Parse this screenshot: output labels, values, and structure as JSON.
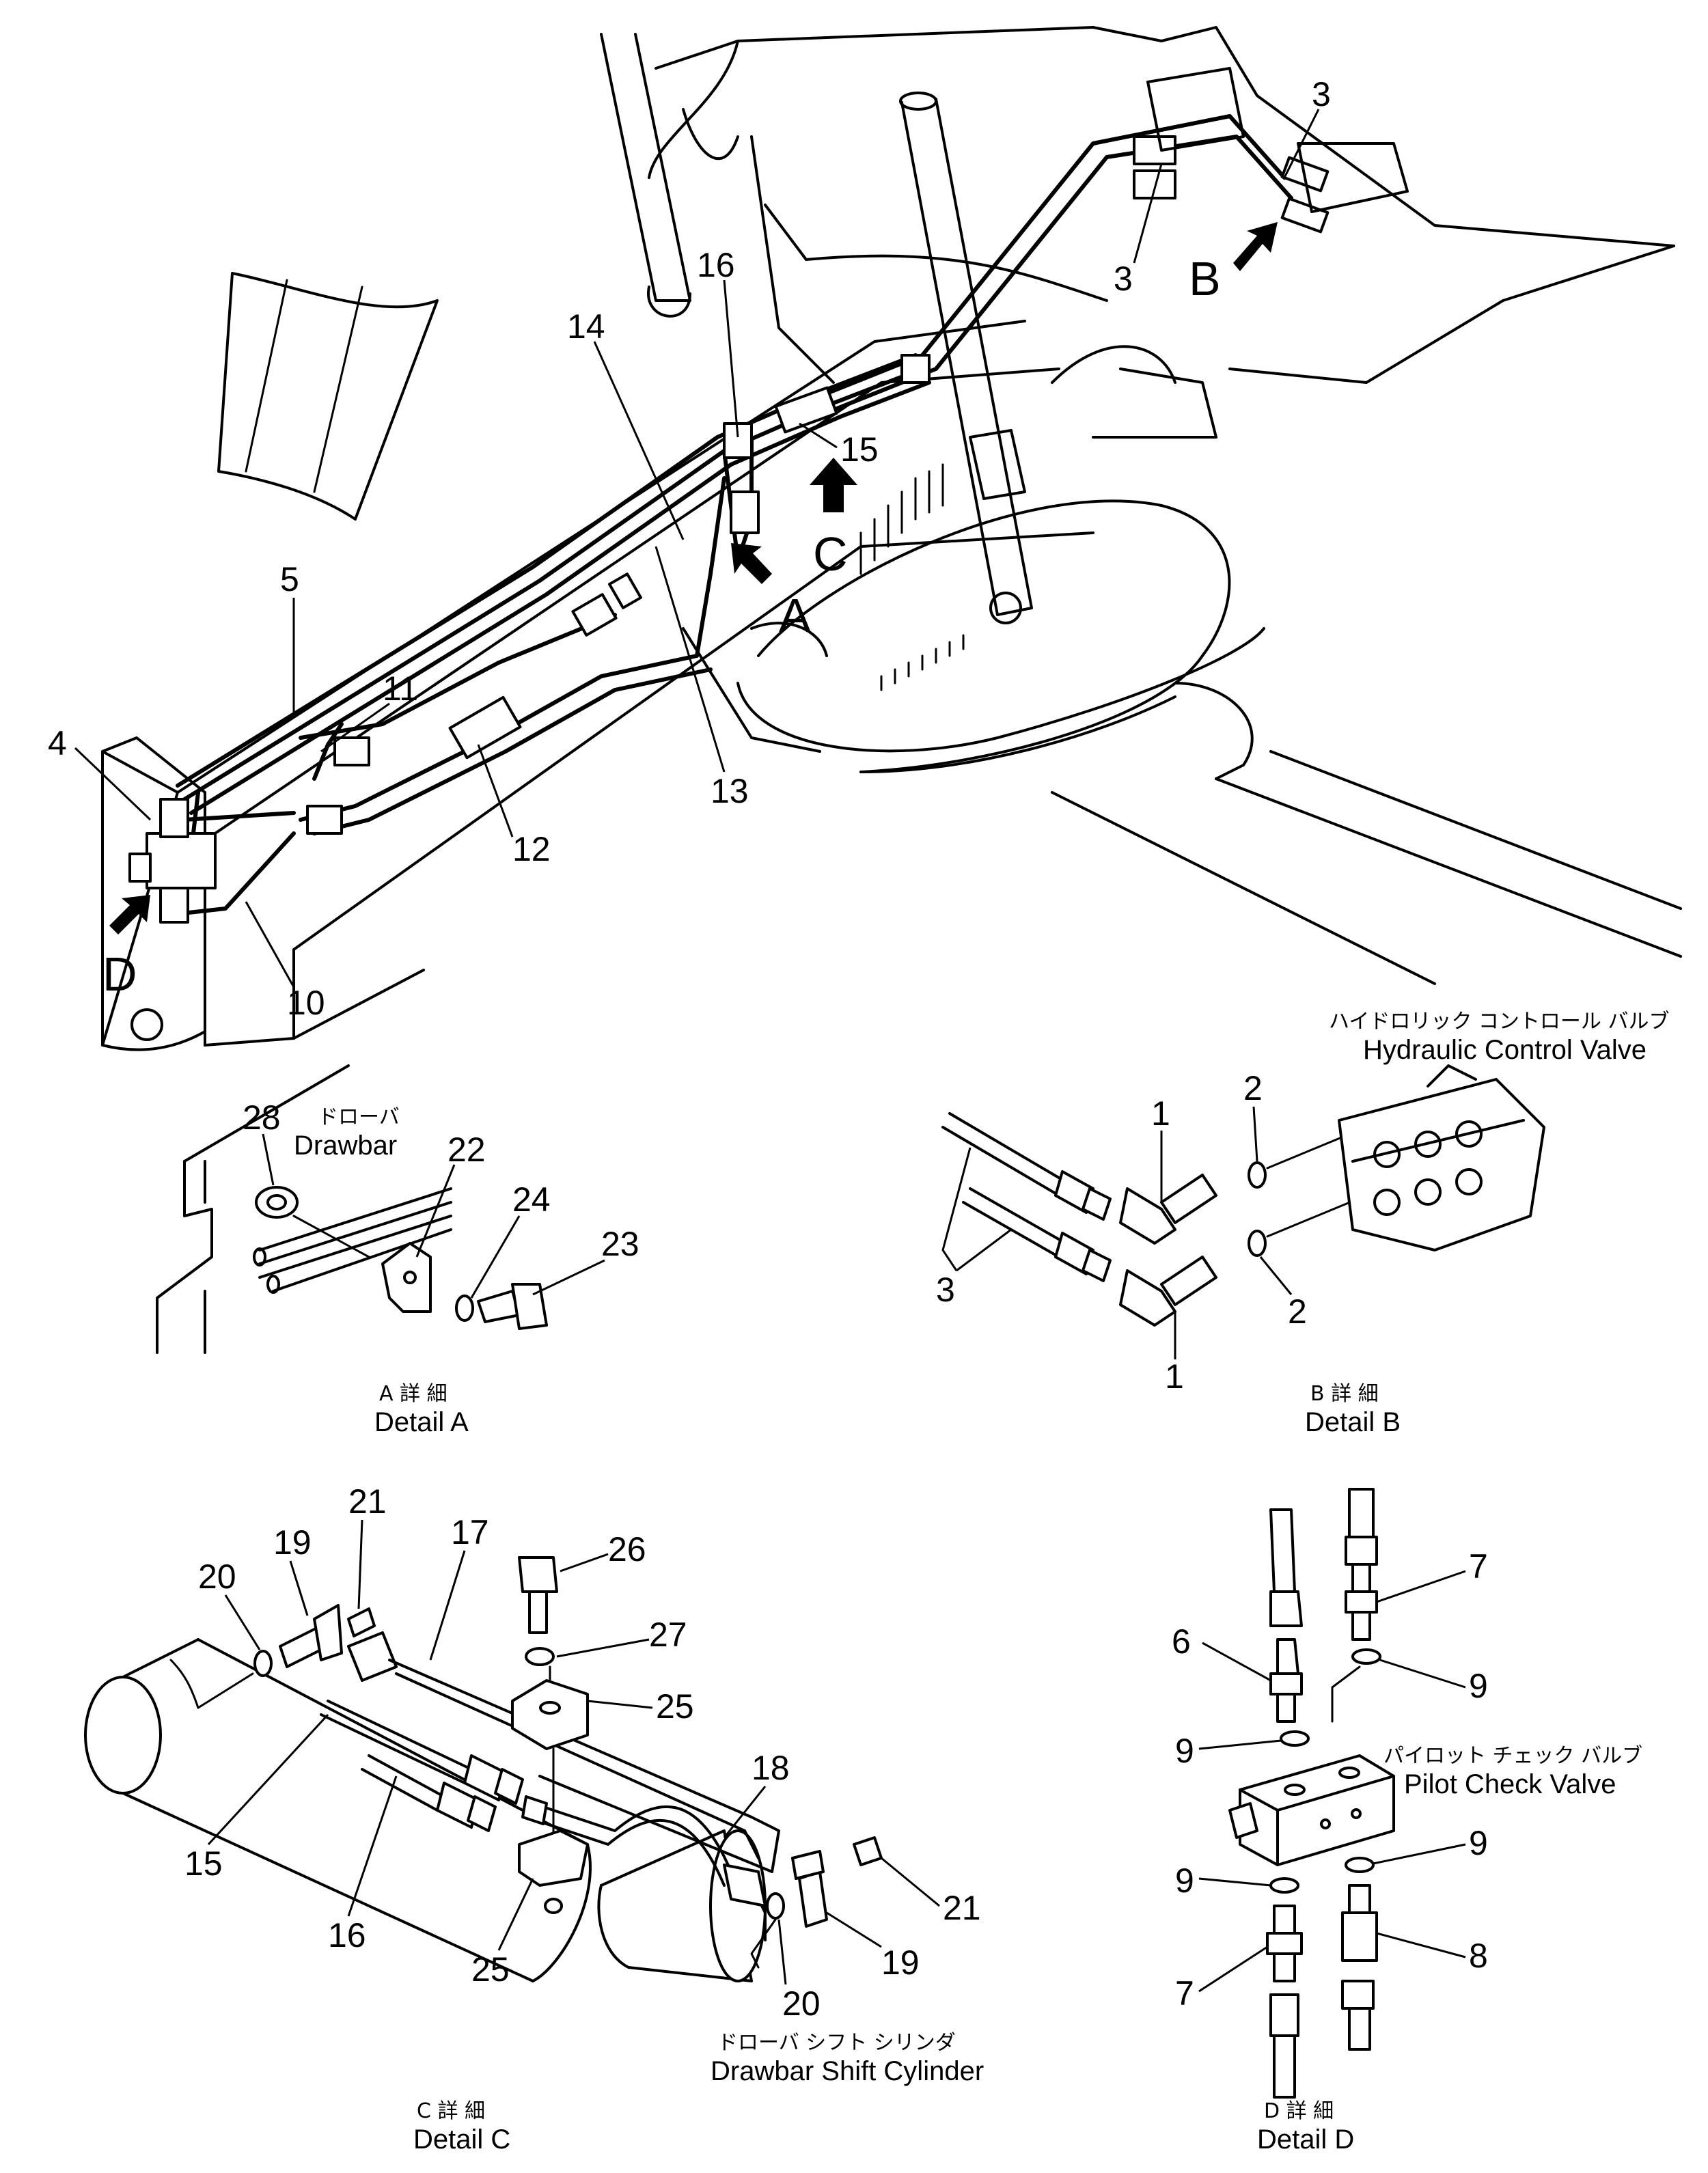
{
  "main_view": {
    "callouts": [
      "3",
      "3",
      "16",
      "14",
      "15",
      "5",
      "11",
      "4",
      "12",
      "13",
      "10"
    ],
    "view_arrows": [
      "B",
      "C",
      "A",
      "D"
    ]
  },
  "detail_a": {
    "callouts": [
      "28",
      "22",
      "24",
      "23"
    ],
    "label_jp": "ドローバ",
    "label_en": "Drawbar",
    "caption_jp": "A 詳 細",
    "caption_en": "Detail A"
  },
  "detail_b": {
    "callouts": [
      "1",
      "2",
      "3",
      "2",
      "1"
    ],
    "label_jp": "ハイドロリック コントロール バルブ",
    "label_en": "Hydraulic Control Valve",
    "caption_jp": "B 詳 細",
    "caption_en": "Detail B"
  },
  "detail_c": {
    "callouts": [
      "21",
      "17",
      "26",
      "19",
      "20",
      "27",
      "25",
      "18",
      "15",
      "16",
      "25",
      "21",
      "19",
      "20"
    ],
    "label_jp": "ドローバ シフト シリンダ",
    "label_en": "Drawbar Shift Cylinder",
    "caption_jp": "C 詳 細",
    "caption_en": "Detail C"
  },
  "detail_d": {
    "callouts": [
      "7",
      "6",
      "9",
      "9",
      "9",
      "9",
      "8",
      "7"
    ],
    "label_jp": "パイロット チェック バルブ",
    "label_en": "Pilot Check Valve",
    "caption_jp": "D 詳 細",
    "caption_en": "Detail D"
  }
}
